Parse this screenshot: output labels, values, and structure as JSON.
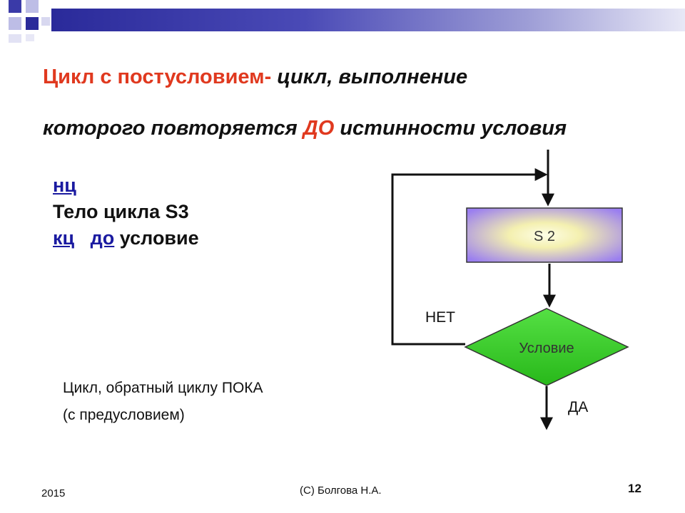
{
  "title": {
    "part1": "Цикл с постусловием-",
    "part2": " цикл, выполнение",
    "part3": "которого повторяется ",
    "part4": "ДО",
    "part5": " истинности условия"
  },
  "code": {
    "line1_kw": "нц",
    "line2": "Тело цикла S3",
    "line3_kw1": "кц",
    "line3_kw2": "до",
    "line3_rest": " условие"
  },
  "note": {
    "line1": "Цикл, обратный циклу ПОКА",
    "line2": "(с предусловием)"
  },
  "flowchart": {
    "process_label": "S 2",
    "decision_label": "Условие",
    "no_label": "НЕТ",
    "yes_label": "ДА"
  },
  "footer": {
    "year": "2015",
    "author": "(С) Болгова Н.А.",
    "page": "12"
  },
  "colors": {
    "title_red": "#e0391f",
    "keyword_blue": "#1a1aa0",
    "decision_green": "#33cc22",
    "process_violet": "#9a7ef0"
  }
}
